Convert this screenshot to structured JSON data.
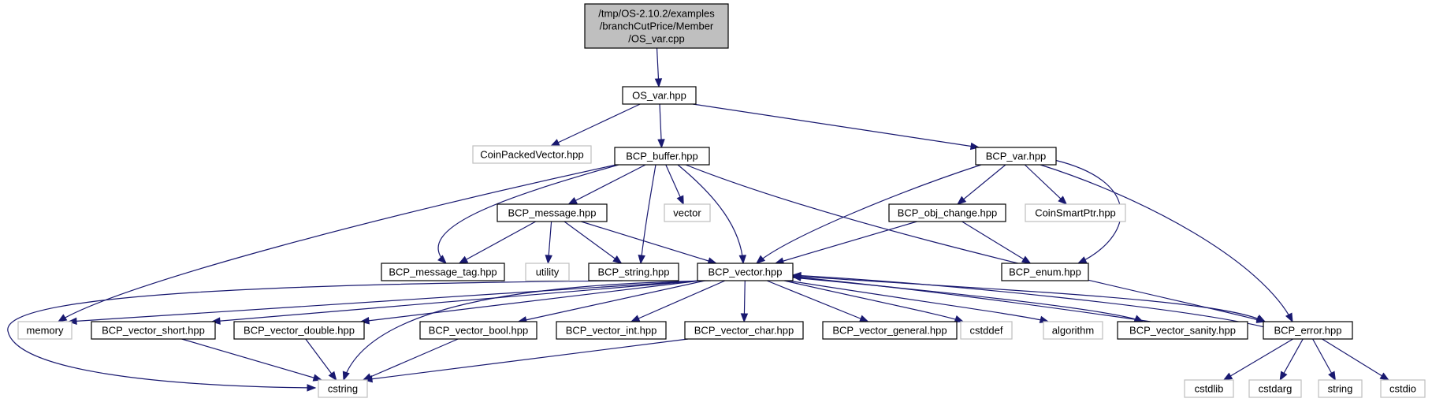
{
  "colors": {
    "edge": "#191970",
    "root_fill": "#bfbfbf",
    "node_border": "#000000",
    "external_border": "#bfbfbf",
    "node_fill": "#ffffff",
    "text": "#000000"
  },
  "nodes": {
    "root": {
      "lines": [
        "/tmp/OS-2.10.2/examples",
        "/branchCutPrice/Member",
        "/OS_var.cpp"
      ],
      "kind": "root"
    },
    "os_var": {
      "lines": [
        "OS_var.hpp"
      ],
      "kind": "file"
    },
    "coinpackedvector": {
      "lines": [
        "CoinPackedVector.hpp"
      ],
      "kind": "external"
    },
    "bcp_buffer": {
      "lines": [
        "BCP_buffer.hpp"
      ],
      "kind": "file"
    },
    "bcp_var": {
      "lines": [
        "BCP_var.hpp"
      ],
      "kind": "file"
    },
    "bcp_message": {
      "lines": [
        "BCP_message.hpp"
      ],
      "kind": "file"
    },
    "vector": {
      "lines": [
        "vector"
      ],
      "kind": "external"
    },
    "bcp_obj_change": {
      "lines": [
        "BCP_obj_change.hpp"
      ],
      "kind": "file"
    },
    "coinsmartptr": {
      "lines": [
        "CoinSmartPtr.hpp"
      ],
      "kind": "external"
    },
    "bcp_message_tag": {
      "lines": [
        "BCP_message_tag.hpp"
      ],
      "kind": "file"
    },
    "utility": {
      "lines": [
        "utility"
      ],
      "kind": "external"
    },
    "bcp_string": {
      "lines": [
        "BCP_string.hpp"
      ],
      "kind": "file"
    },
    "bcp_vector": {
      "lines": [
        "BCP_vector.hpp"
      ],
      "kind": "file"
    },
    "bcp_enum": {
      "lines": [
        "BCP_enum.hpp"
      ],
      "kind": "file"
    },
    "memory": {
      "lines": [
        "memory"
      ],
      "kind": "external"
    },
    "bcp_vector_short": {
      "lines": [
        "BCP_vector_short.hpp"
      ],
      "kind": "file"
    },
    "bcp_vector_double": {
      "lines": [
        "BCP_vector_double.hpp"
      ],
      "kind": "file"
    },
    "bcp_vector_bool": {
      "lines": [
        "BCP_vector_bool.hpp"
      ],
      "kind": "file"
    },
    "bcp_vector_int": {
      "lines": [
        "BCP_vector_int.hpp"
      ],
      "kind": "file"
    },
    "bcp_vector_char": {
      "lines": [
        "BCP_vector_char.hpp"
      ],
      "kind": "file"
    },
    "bcp_vector_general": {
      "lines": [
        "BCP_vector_general.hpp"
      ],
      "kind": "file"
    },
    "cstddef": {
      "lines": [
        "cstddef"
      ],
      "kind": "external"
    },
    "algorithm": {
      "lines": [
        "algorithm"
      ],
      "kind": "external"
    },
    "bcp_vector_sanity": {
      "lines": [
        "BCP_vector_sanity.hpp"
      ],
      "kind": "file"
    },
    "bcp_error": {
      "lines": [
        "BCP_error.hpp"
      ],
      "kind": "file"
    },
    "cstring": {
      "lines": [
        "cstring"
      ],
      "kind": "external"
    },
    "cstdlib": {
      "lines": [
        "cstdlib"
      ],
      "kind": "external"
    },
    "cstdarg": {
      "lines": [
        "cstdarg"
      ],
      "kind": "external"
    },
    "string": {
      "lines": [
        "string"
      ],
      "kind": "external"
    },
    "cstdio": {
      "lines": [
        "cstdio"
      ],
      "kind": "external"
    }
  },
  "edges": [
    [
      "root",
      "os_var"
    ],
    [
      "os_var",
      "coinpackedvector"
    ],
    [
      "os_var",
      "bcp_buffer"
    ],
    [
      "os_var",
      "bcp_var"
    ],
    [
      "bcp_buffer",
      "bcp_message"
    ],
    [
      "bcp_buffer",
      "vector"
    ],
    [
      "bcp_buffer",
      "bcp_message_tag"
    ],
    [
      "bcp_buffer",
      "bcp_string"
    ],
    [
      "bcp_buffer",
      "bcp_vector"
    ],
    [
      "bcp_buffer",
      "bcp_error"
    ],
    [
      "bcp_buffer",
      "memory"
    ],
    [
      "bcp_var",
      "bcp_obj_change"
    ],
    [
      "bcp_var",
      "coinsmartptr"
    ],
    [
      "bcp_var",
      "bcp_vector"
    ],
    [
      "bcp_var",
      "bcp_enum"
    ],
    [
      "bcp_var",
      "bcp_error"
    ],
    [
      "bcp_message",
      "bcp_message_tag"
    ],
    [
      "bcp_message",
      "utility"
    ],
    [
      "bcp_message",
      "bcp_string"
    ],
    [
      "bcp_message",
      "bcp_vector"
    ],
    [
      "bcp_obj_change",
      "bcp_vector"
    ],
    [
      "bcp_obj_change",
      "bcp_enum"
    ],
    [
      "bcp_string",
      "cstring"
    ],
    [
      "bcp_vector",
      "memory"
    ],
    [
      "bcp_vector",
      "bcp_vector_short"
    ],
    [
      "bcp_vector",
      "bcp_vector_double"
    ],
    [
      "bcp_vector",
      "bcp_vector_bool"
    ],
    [
      "bcp_vector",
      "bcp_vector_int"
    ],
    [
      "bcp_vector",
      "bcp_vector_char"
    ],
    [
      "bcp_vector",
      "bcp_vector_general"
    ],
    [
      "bcp_vector",
      "cstddef"
    ],
    [
      "bcp_vector",
      "algorithm"
    ],
    [
      "bcp_vector",
      "bcp_vector_sanity"
    ],
    [
      "bcp_vector",
      "bcp_error"
    ],
    [
      "bcp_vector",
      "cstring"
    ],
    [
      "bcp_vector_sanity",
      "bcp_vector"
    ],
    [
      "bcp_error",
      "bcp_vector"
    ],
    [
      "bcp_vector_short",
      "cstring"
    ],
    [
      "bcp_vector_double",
      "cstring"
    ],
    [
      "bcp_vector_bool",
      "cstring"
    ],
    [
      "bcp_vector_char",
      "cstring"
    ],
    [
      "bcp_error",
      "cstdlib"
    ],
    [
      "bcp_error",
      "cstdarg"
    ],
    [
      "bcp_error",
      "string"
    ],
    [
      "bcp_error",
      "cstdio"
    ]
  ]
}
